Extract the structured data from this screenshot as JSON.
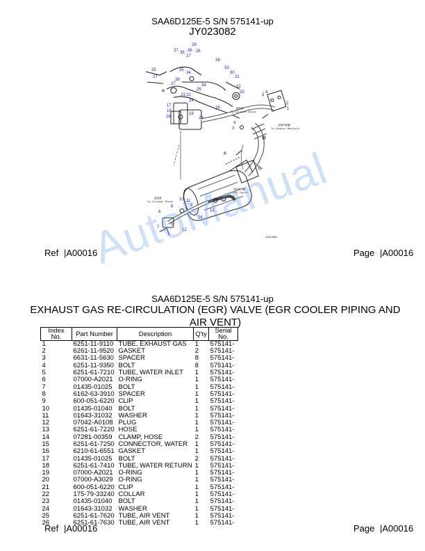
{
  "header": {
    "model": "SAA6D125E-5 S/N 575141-up",
    "code": "JY023082"
  },
  "diagram": {
    "callouts": [
      "29",
      "37",
      "38",
      "36",
      "26",
      "27",
      "28",
      "25",
      "27",
      "35",
      "34",
      "33",
      "30",
      "31",
      "32",
      "38",
      "34",
      "26",
      "23",
      "22",
      "20",
      "27",
      "17",
      "15",
      "16",
      "24",
      "19",
      "21",
      "18",
      "4",
      "3",
      "1",
      "2",
      "4",
      "3",
      "a",
      "a",
      "b",
      "10",
      "11",
      "9",
      "6",
      "8",
      "7",
      "5",
      "13",
      "14",
      "12"
    ],
    "annotations": [
      "至缸体",
      "To Cylinder Block",
      "至排气歧管",
      "To Exhaust Manifold",
      "至缸体",
      "To Cylinder Block",
      "EGR冷却器",
      "EGR Cooler"
    ],
    "image_code": "JY023082"
  },
  "footer_top": {
    "ref": "Ref",
    "ref_code": "|A00016",
    "page": "Page",
    "page_code": "|A00016"
  },
  "watermark": "AutoManual",
  "section": {
    "model": "SAA6D125E-5 S/N 575141-up",
    "title": "EXHAUST GAS RE-CIRCULATION (EGR) VALVE (EGR COOLER PIPING AND AIR VENT)"
  },
  "table": {
    "headers": [
      "Index No.",
      "Part Number",
      "Description",
      "Q'ty",
      "Serial No."
    ],
    "rows": [
      [
        "1",
        "6251-11-9110",
        "TUBE, EXHAUST GAS",
        "1",
        "575141-"
      ],
      [
        "2",
        "6261-11-9520",
        "GASKET",
        "2",
        "575141-"
      ],
      [
        "3",
        "6631-11-5630",
        "SPACER",
        "8",
        "575141-"
      ],
      [
        "4",
        "6251-11-9350",
        "BOLT",
        "8",
        "575141-"
      ],
      [
        "5",
        "6251-61-7210",
        "TUBE, WATER INLET",
        "1",
        "575141-"
      ],
      [
        "6",
        "07000-A2021",
        "O-RING",
        "1",
        "575141-"
      ],
      [
        "7",
        "01435-01025",
        "BOLT",
        "1",
        "575141-"
      ],
      [
        "8",
        "6162-63-3910",
        "SPACER",
        "1",
        "575141-"
      ],
      [
        "9",
        "600-051-6220",
        "CLIP",
        "1",
        "575141-"
      ],
      [
        "10",
        "01435-01040",
        "BOLT",
        "1",
        "575141-"
      ],
      [
        "11",
        "01643-31032",
        "WASHER",
        "1",
        "575141-"
      ],
      [
        "12",
        "07042-A0108",
        "PLUG",
        "1",
        "575141-"
      ],
      [
        "13",
        "6251-61-7220",
        "HOSE",
        "1",
        "575141-"
      ],
      [
        "14",
        "07281-00359",
        "CLAMP, HOSE",
        "2",
        "575141-"
      ],
      [
        "15",
        "6251-61-7250",
        "CONNECTOR, WATER",
        "1",
        "575141-"
      ],
      [
        "16",
        "6210-61-6551",
        "GASKET",
        "1",
        "575141-"
      ],
      [
        "17",
        "01435-01025",
        "BOLT",
        "2",
        "575141-"
      ],
      [
        "18",
        "6251-61-7410",
        "TUBE, WATER RETURN",
        "1",
        "575141-"
      ],
      [
        "19",
        "07000-A2021",
        "O-RING",
        "1",
        "575141-"
      ],
      [
        "20",
        "07000-A3029",
        "O-RING",
        "1",
        "575141-"
      ],
      [
        "21",
        "600-051-6220",
        "CLIP",
        "1",
        "575141-"
      ],
      [
        "22",
        "175-79-33240",
        "COLLAR",
        "1",
        "575141-"
      ],
      [
        "23",
        "01435-01040",
        "BOLT",
        "1",
        "575141-"
      ],
      [
        "24",
        "01643-31032",
        "WASHER",
        "1",
        "575141-"
      ],
      [
        "25",
        "6251-61-7620",
        "TUBE, AIR VENT",
        "1",
        "575141-"
      ],
      [
        "26",
        "6251-61-7630",
        "TUBE, AIR VENT",
        "1",
        "575141-"
      ]
    ]
  },
  "footer_bottom": {
    "ref": "Ref",
    "ref_code": "|A00016",
    "page": "Page",
    "page_code": "|A00016"
  },
  "colors": {
    "text": "#000000",
    "divider": "#000000",
    "watermark": "#6ea0e6",
    "callout": "#1a1aa0"
  }
}
